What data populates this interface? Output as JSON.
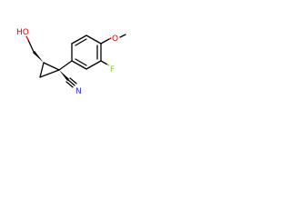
{
  "atoms": {
    "hydroxyl": "HO",
    "oxygen": "O",
    "fluorine": "F",
    "nitrogen": "N"
  },
  "colors": {
    "carbon": "#000000",
    "oxygen": "#e00000",
    "nitrogen": "#2b2bd4",
    "fluorine": "#9acd32"
  }
}
